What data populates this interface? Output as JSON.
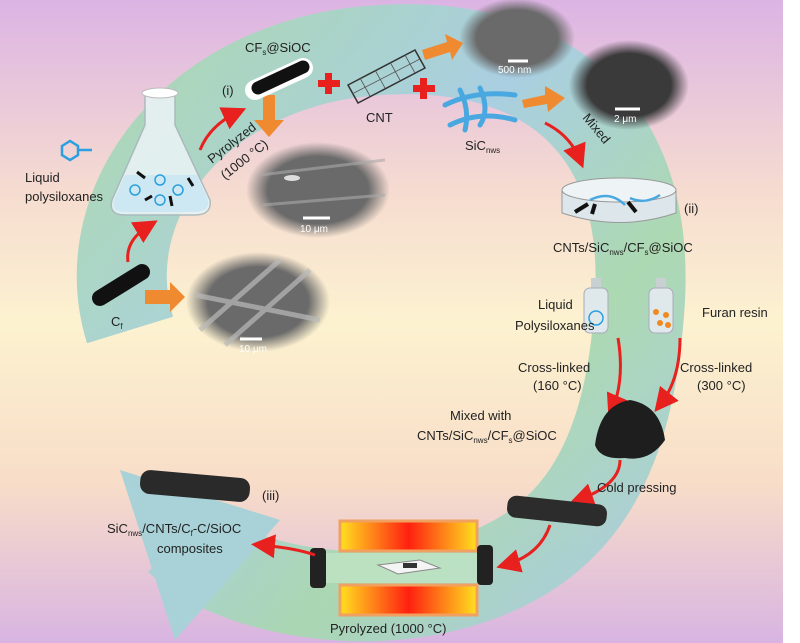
{
  "labels": {
    "cfs_siOC": {
      "main": "CF",
      "sub": "s",
      "tail": "@SiOC"
    },
    "step_i": "(i)",
    "pyrolyzed_1": "Pyrolyzed",
    "pyrolyzed_1_temp": "(1000 °C)",
    "cnt": "CNT",
    "sicnws": {
      "main": "SiC",
      "sub": "nws"
    },
    "scale_500nm": "500 nm",
    "scale_2um": "2 μm",
    "scale_10um_a": "10 μm",
    "scale_10um_b": "10 μm",
    "mixed": "Mixed",
    "step_ii": "(ii)",
    "mix_product": {
      "a": "CNTs/SiC",
      "sub1": "nws",
      "b": "/CF",
      "sub2": "s",
      "c": "@SiOC"
    },
    "liquid_poly_left_1": "Liquid",
    "liquid_poly_left_2": "polysiloxanes",
    "cf": {
      "main": "C",
      "sub": "f"
    },
    "bottle_left_1": "Liquid",
    "bottle_left_2": "Polysiloxanes",
    "bottle_right": "Furan resin",
    "crosslinked_left": "Cross-linked",
    "crosslinked_left_temp": "(160 °C)",
    "crosslinked_right": "Cross-linked",
    "crosslinked_right_temp": "(300 °C)",
    "mixed_with": "Mixed with",
    "mixed_with_product": {
      "a": "CNTs/SiC",
      "sub1": "nws",
      "b": "/CF",
      "sub2": "s",
      "c": "@SiOC"
    },
    "cold_pressing": "Cold pressing",
    "step_iii": "(iii)",
    "final_product": {
      "a": "SiC",
      "sub1": "nws",
      "b": "/CNTs/C",
      "sub2": "f",
      "c": "-C/SiOC"
    },
    "final_product_2": "composites",
    "pyrolyzed_2": "Pyrolyzed (1000 °C)"
  },
  "colors": {
    "arrow_red": "#e8201e",
    "arrow_orange": "#f08a30",
    "band_green": "#a8d8b0",
    "band_blue": "#9fc8e0"
  }
}
